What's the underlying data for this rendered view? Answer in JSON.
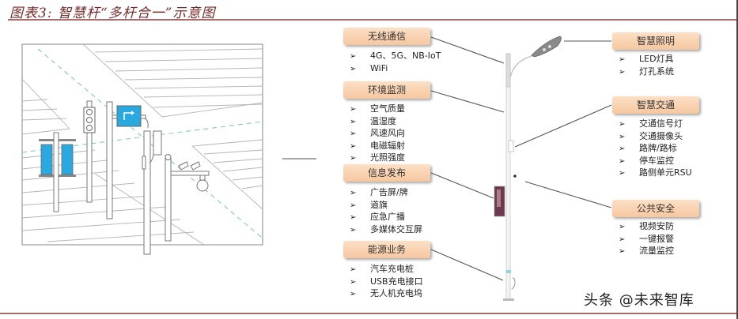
{
  "title": "图表3: 智慧杆“多杆合一”示意图",
  "watermark": "头条 @未来智库",
  "colors": {
    "title": "#7a2a2a",
    "rule": "#a86a6a",
    "label_box": "#f8cfac",
    "accent_blue": "#2aa9e0",
    "dashed_line": "#8fc9cc"
  },
  "bullet": "➢",
  "left_categories": [
    {
      "label": "无线通信",
      "items": [
        "4G、5G、NB-IoT",
        "WiFi"
      ]
    },
    {
      "label": "环境监测",
      "items": [
        "空气质量",
        "温湿度",
        "风速风向",
        "电磁辐射",
        "光照强度"
      ]
    },
    {
      "label": "信息发布",
      "items": [
        "广告屏/牌",
        "道旗",
        "应急广播",
        "多媒体交互屏"
      ]
    },
    {
      "label": "能源业务",
      "items": [
        "汽车充电桩",
        "USB充电接口",
        "无人机充电坞"
      ]
    }
  ],
  "right_categories": [
    {
      "label": "智慧照明",
      "items": [
        "LED灯具",
        "灯孔系统"
      ]
    },
    {
      "label": "智慧交通",
      "items": [
        "交通信号灯",
        "交通摄像头",
        "路牌/路标",
        "停车监控",
        "路侧单元RSU"
      ]
    },
    {
      "label": "公共安全",
      "items": [
        "视频安防",
        "一键报警",
        "流量监控"
      ]
    }
  ]
}
